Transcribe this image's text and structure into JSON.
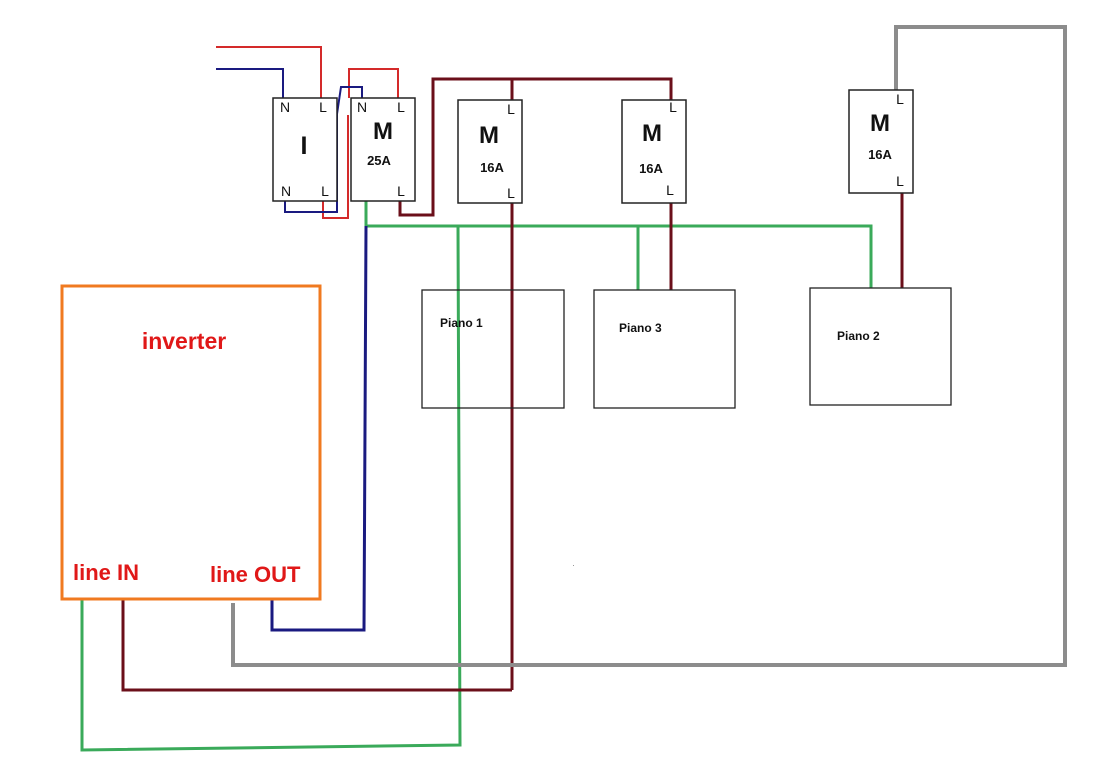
{
  "colors": {
    "red": "#d42a2a",
    "blue": "#1a1a80",
    "maroon": "#6b0f1a",
    "green": "#3aaa5a",
    "gray": "#8c8c8c",
    "orange": "#f07a20",
    "inverter_text": "#e01818",
    "box_border": "#222222"
  },
  "switch_main": {
    "symbol": "I",
    "tl": "N",
    "tr": "L",
    "bl": "N",
    "br": "L"
  },
  "breaker_25": {
    "symbol": "M",
    "rating": "25A",
    "tl": "N",
    "tr": "L",
    "br": "L"
  },
  "breaker_p1": {
    "symbol": "M",
    "rating": "16A",
    "tr": "L",
    "br": "L"
  },
  "breaker_p3": {
    "symbol": "M",
    "rating": "16A",
    "tr": "L",
    "br": "L"
  },
  "breaker_p2": {
    "symbol": "M",
    "rating": "16A",
    "tr": "L",
    "br": "L"
  },
  "inverter": {
    "title": "inverter",
    "line_in": "line IN",
    "line_out": "line OUT"
  },
  "floors": {
    "p1": "Piano 1",
    "p3": "Piano 3",
    "p2": "Piano 2"
  }
}
